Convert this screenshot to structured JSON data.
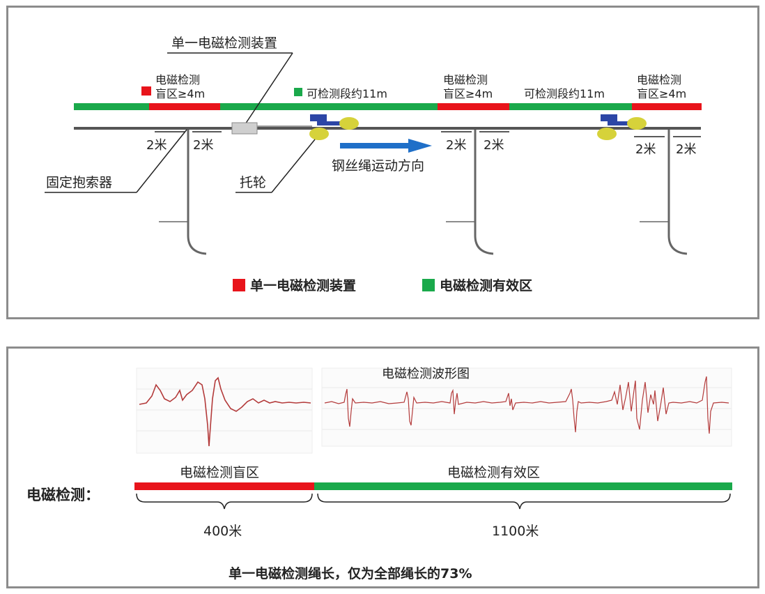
{
  "top": {
    "device_callout": "单一电磁检测装置",
    "blind_zone_title": "电磁检测",
    "blind_zone_range": "盲区≥4m",
    "effective_label_1": "可检测段约11m",
    "effective_label_2": "可检测段约11m",
    "two_m": "2米",
    "clamp_callout": "固定抱索器",
    "roller_callout": "托轮",
    "rope_direction": "钢丝绳运动方向",
    "legend": [
      {
        "label": "单一电磁检测装置",
        "color": "#e8141b"
      },
      {
        "label": "电磁检测有效区",
        "color": "#1aa94b"
      }
    ]
  },
  "bottom": {
    "waveform_title": "电磁检测波形图",
    "row_label": "电磁检测：",
    "blind_label": "电磁检测盲区",
    "effective_label": "电磁检测有效区",
    "blind_length": "400米",
    "effective_length": "1100米",
    "conclusion": "单一电磁检测绳长，仅为全部绳长的73%"
  },
  "colors": {
    "red": "#e8141b",
    "green": "#1aa94b",
    "blue": "#1f6fc8",
    "wave": "#b33a3a",
    "roller": "#d6d23a"
  }
}
